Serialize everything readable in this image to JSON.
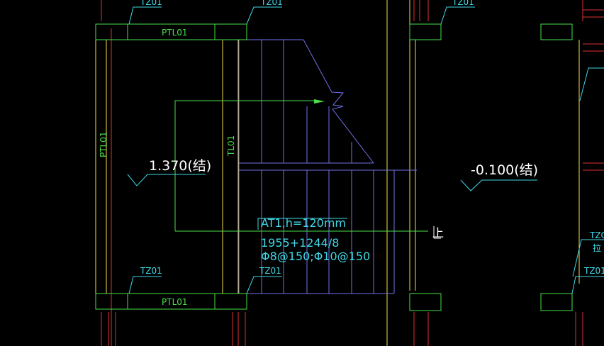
{
  "drawing": {
    "colors": {
      "background": "#000000",
      "outline": "#49e04a",
      "wall": "#f0e04a",
      "axis": "#e03030",
      "stair": "#6f6fe8",
      "label": "#3fd8e6",
      "text": "#ffffff"
    },
    "labels": {
      "tz_top_left": "TZ01",
      "tz_top_mid": "TZ01",
      "tz_top_right": "TZ01",
      "tz_bottom_left": "TZ01",
      "tz_bottom_mid": "TZ01",
      "tz_right_bottom": "TZ01",
      "tz_right_mid": "TZO",
      "tz_right_cut": "拉",
      "ptl_top": "PTL01",
      "ptl_bottom": "PTL01",
      "ptl_left_vertical": "PTL01",
      "tl_vertical": "TL01",
      "elevation_left": "1.370(结)",
      "elevation_right": "-0.100(结)",
      "up_marker": "上"
    },
    "stair_spec": {
      "name": "AT1,h=120mm",
      "steps": "1955+1244/8",
      "reinforcement": "Φ8@150;Φ10@150"
    }
  }
}
